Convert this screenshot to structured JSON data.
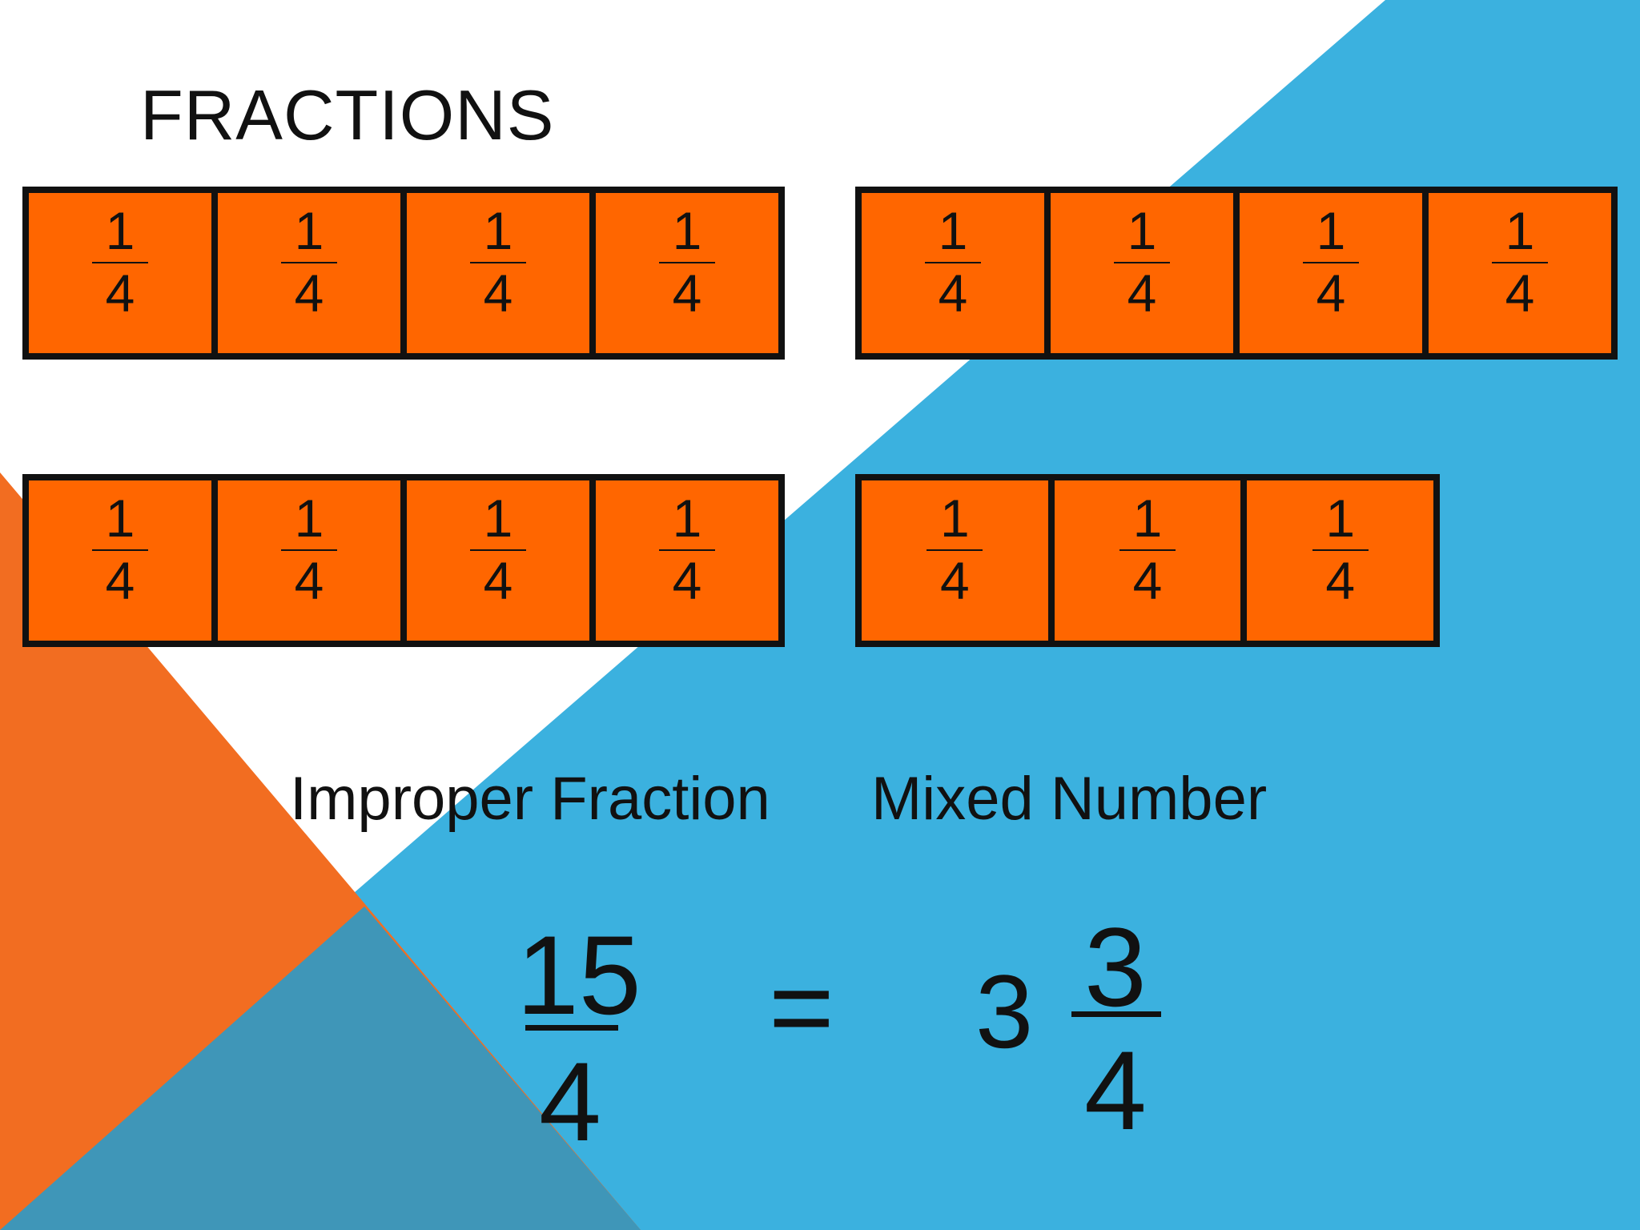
{
  "slide": {
    "title": "FRACTIONS",
    "colors": {
      "background": "#ffffff",
      "blue": "#3bb1df",
      "orange_triangle": "#f26d21",
      "overlap": "#3f96b8",
      "cell_fill": "#ff6600",
      "border": "#111111"
    }
  },
  "bars": [
    {
      "cells": [
        {
          "num": "1",
          "den": "4"
        },
        {
          "num": "1",
          "den": "4"
        },
        {
          "num": "1",
          "den": "4"
        },
        {
          "num": "1",
          "den": "4"
        }
      ]
    },
    {
      "cells": [
        {
          "num": "1",
          "den": "4"
        },
        {
          "num": "1",
          "den": "4"
        },
        {
          "num": "1",
          "den": "4"
        },
        {
          "num": "1",
          "den": "4"
        }
      ]
    },
    {
      "cells": [
        {
          "num": "1",
          "den": "4"
        },
        {
          "num": "1",
          "den": "4"
        },
        {
          "num": "1",
          "den": "4"
        },
        {
          "num": "1",
          "den": "4"
        }
      ]
    },
    {
      "cells": [
        {
          "num": "1",
          "den": "4"
        },
        {
          "num": "1",
          "den": "4"
        },
        {
          "num": "1",
          "den": "4"
        }
      ]
    }
  ],
  "labels": {
    "improper": "Improper Fraction",
    "mixed": "Mixed Number"
  },
  "equation": {
    "improper_num": "15",
    "improper_den": "4",
    "equals": "=",
    "whole": "3",
    "mixed_num": "3",
    "mixed_den": "4"
  }
}
